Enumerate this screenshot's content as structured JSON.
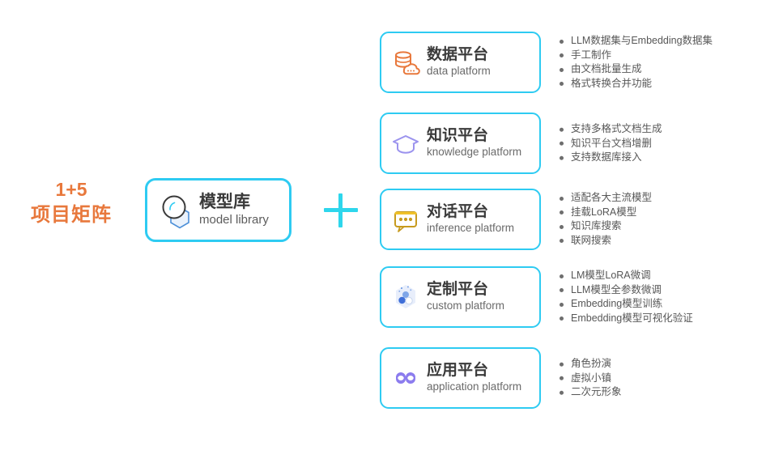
{
  "colors": {
    "accent_border": "#2ECBF2",
    "plus": "#2ED6EC",
    "left_label": "#E8783C",
    "title_text": "#3A3A3A",
    "subtitle_text": "#6A6A6A",
    "bullet_text": "#575757",
    "icon_data": "#E8783C",
    "icon_knowledge": "#9B93EE",
    "icon_inference": "#D6A219",
    "icon_custom": "#4C7FE0",
    "icon_application": "#8B7BEE",
    "icon_model": "#3A3A3A"
  },
  "left_label": {
    "line1": "1+5",
    "line2": "项目矩阵"
  },
  "center": {
    "icon": "sphere-hexagon-icon",
    "title_cn": "模型库",
    "title_en": "model library"
  },
  "plus": {
    "icon": "plus-icon"
  },
  "platforms": [
    {
      "icon": "database-cloud-icon",
      "title_cn": "数据平台",
      "title_en": "data platform",
      "bullets": [
        "LLM数据集与Embedding数据集",
        "手工制作",
        "由文档批量生成",
        "格式转换合并功能"
      ]
    },
    {
      "icon": "graduation-cap-icon",
      "title_cn": "知识平台",
      "title_en": "knowledge platform",
      "bullets": [
        "支持多格式文档生成",
        "知识平台文档增删",
        "支持数据库接入"
      ]
    },
    {
      "icon": "speech-bubble-icon",
      "title_cn": "对话平台",
      "title_en": "inference platform",
      "bullets": [
        "适配各大主流模型",
        "挂载LoRA模型",
        "知识库搜索",
        "联网搜索"
      ]
    },
    {
      "icon": "molecule-hexagon-icon",
      "title_cn": "定制平台",
      "title_en": "custom platform",
      "bullets": [
        "LM模型LoRA微调",
        "LLM模型全参数微调",
        "Embedding模型训练",
        "Embedding模型可视化验证"
      ]
    },
    {
      "icon": "clover-four-circles-icon",
      "title_cn": "应用平台",
      "title_en": "application platform",
      "bullets": [
        "角色扮演",
        "虚拟小镇",
        "二次元形象"
      ]
    }
  ]
}
